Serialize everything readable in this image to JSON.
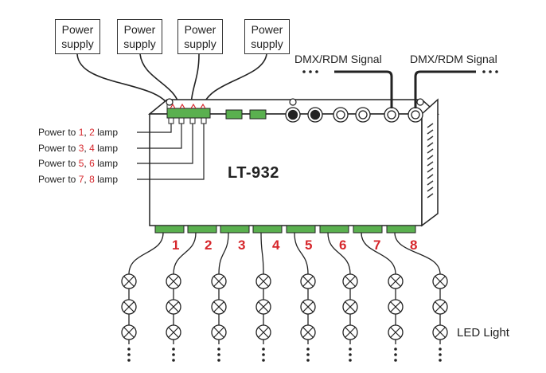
{
  "power_supplies": [
    {
      "line1": "Power",
      "line2": "supply"
    },
    {
      "line1": "Power",
      "line2": "supply"
    },
    {
      "line1": "Power",
      "line2": "supply"
    },
    {
      "line1": "Power",
      "line2": "supply"
    }
  ],
  "dmx_signals": [
    "DMX/RDM Signal",
    "DMX/RDM Signal"
  ],
  "power_labels": [
    {
      "prefix": "Power to ",
      "a": "1",
      "sep": ", ",
      "b": "2",
      "suffix": " lamp"
    },
    {
      "prefix": "Power to ",
      "a": "3",
      "sep": ", ",
      "b": "4",
      "suffix": " lamp"
    },
    {
      "prefix": "Power to ",
      "a": "5",
      "sep": ", ",
      "b": "6",
      "suffix": " lamp"
    },
    {
      "prefix": "Power to ",
      "a": "7",
      "sep": ", ",
      "b": "8",
      "suffix": " lamp"
    }
  ],
  "model": "LT-932",
  "channels": [
    "1",
    "2",
    "3",
    "4",
    "5",
    "6",
    "7",
    "8"
  ],
  "led_label": "LED Light",
  "colors": {
    "accent": "#d6262b",
    "terminal": "#5ab04f",
    "line": "#222222"
  }
}
